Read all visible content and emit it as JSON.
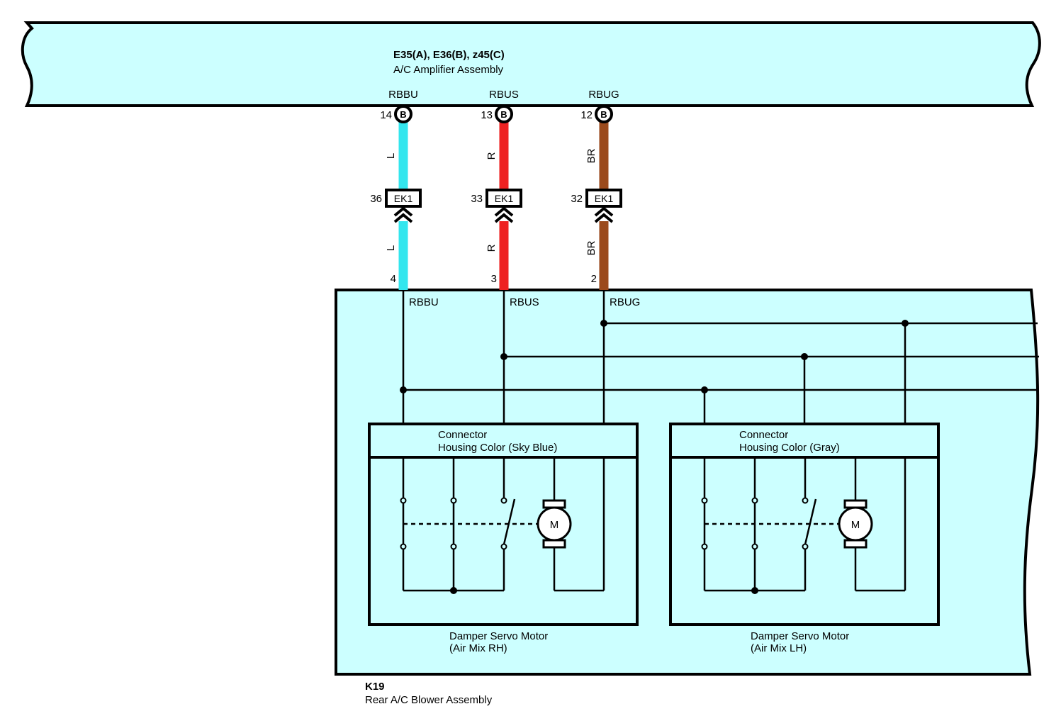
{
  "amplifier": {
    "connectors": "E35(A), E36(B), z45(C)",
    "name": "A/C Amplifier Assembly"
  },
  "wires": [
    {
      "signal": "RBBU",
      "amp_pin": "14",
      "amp_connector": "B",
      "junction": "EK1",
      "junction_pin": "36",
      "color_code": "L",
      "blower_pin": "4",
      "color": "#33e6ee"
    },
    {
      "signal": "RBUS",
      "amp_pin": "13",
      "amp_connector": "B",
      "junction": "EK1",
      "junction_pin": "33",
      "color_code": "R",
      "blower_pin": "3",
      "color": "#ee2222"
    },
    {
      "signal": "RBUG",
      "amp_pin": "12",
      "amp_connector": "B",
      "junction": "EK1",
      "junction_pin": "32",
      "color_code": "BR",
      "blower_pin": "2",
      "color": "#9b4a1c"
    }
  ],
  "blower": {
    "id": "K19",
    "name": "Rear A/C Blower Assembly",
    "motors": [
      {
        "connector_title": "Connector",
        "housing": "Housing Color (Sky Blue)",
        "name": "Damper Servo Motor",
        "sub": "(Air Mix RH)",
        "motor_label": "M"
      },
      {
        "connector_title": "Connector",
        "housing": "Housing Color (Gray)",
        "name": "Damper Servo Motor",
        "sub": "(Air Mix LH)",
        "motor_label": "M"
      }
    ]
  },
  "colors": {
    "fill": "#ccffff",
    "line": "#000000"
  }
}
